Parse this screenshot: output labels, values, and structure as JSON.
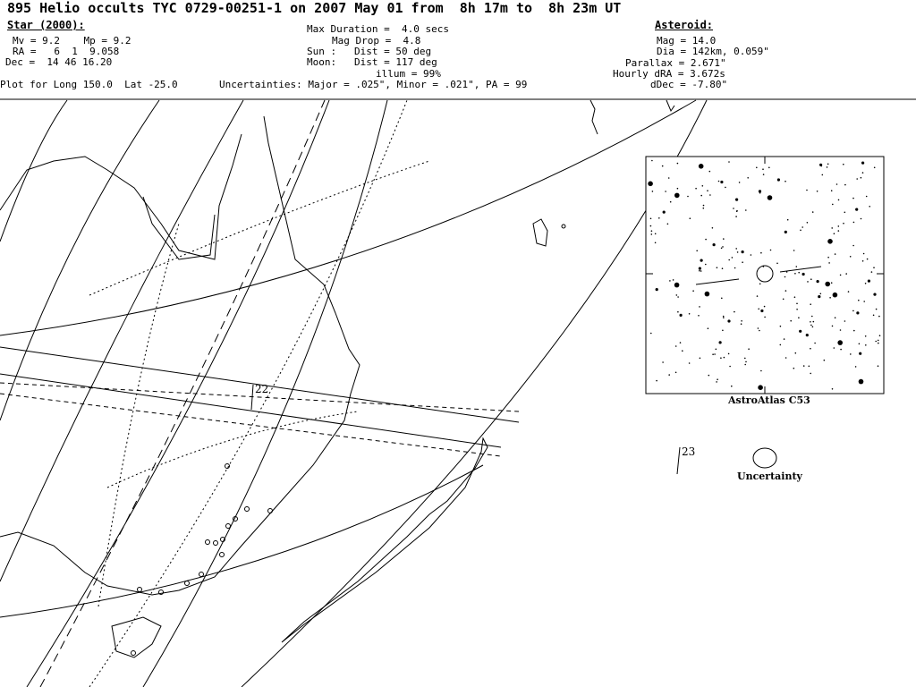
{
  "title": "895 Helio occults TYC 0729-00251-1 on 2007 May 01 from  8h 17m to  8h 23m UT",
  "star": {
    "heading": "Star (2000):",
    "mv_mp": "Mv = 9.2    Mp = 9.2",
    "ra": "RA =   6  1  9.058",
    "dec": "Dec =  14 46 16.20"
  },
  "event": {
    "max_duration": "Max Duration =  4.0 secs",
    "mag_drop": "Mag Drop =  4.8",
    "sun": "Sun :   Dist = 50 deg",
    "moon": "Moon:   Dist = 117 deg",
    "illum": "illum = 99%"
  },
  "asteroid": {
    "heading": "Asteroid:",
    "mag": "Mag = 14.0",
    "dia": "Dia = 142km, 0.059\"",
    "parallax": "Parallax = 2.671\"",
    "hourly_dra": "Hourly dRA = 3.672s",
    "ddec": "dDec = -7.80\""
  },
  "plot_for": "Plot for Long 150.0  Lat -25.0",
  "uncertainties": "Uncertainties: Major = .025\", Minor = .021\", PA = 99",
  "map": {
    "time_label_22": "22",
    "time_label_23": "23"
  },
  "finder": {
    "caption": "AstroAtlas C53"
  },
  "uncertainty_label": "Uncertainty"
}
